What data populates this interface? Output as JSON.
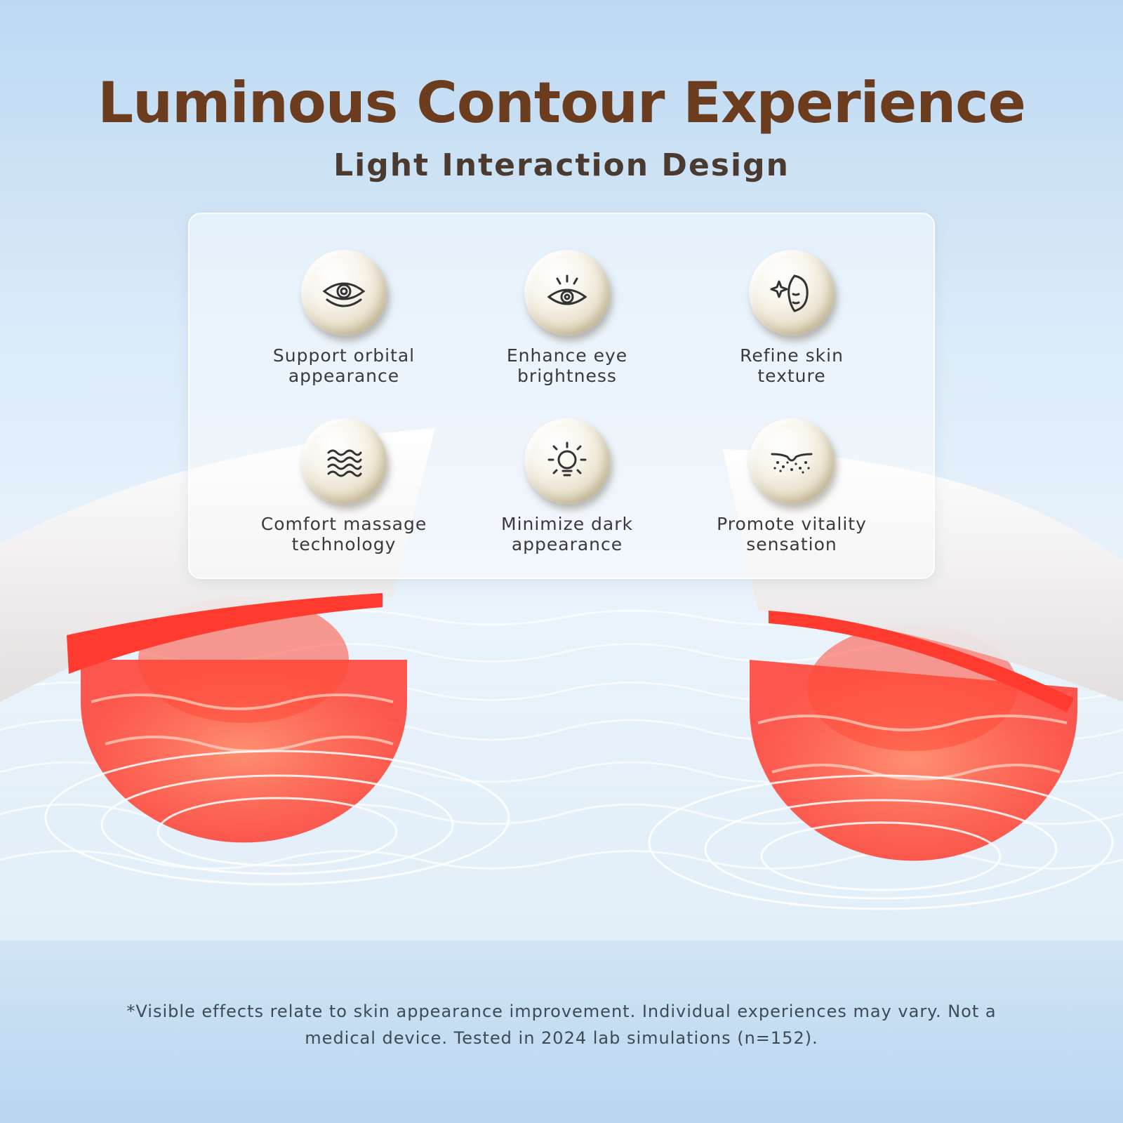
{
  "header": {
    "title": "Luminous Contour Experience",
    "subtitle": "Light Interaction Design"
  },
  "features": [
    {
      "label_line1": "Support orbital",
      "label_line2": "appearance",
      "icon": "eye-icon"
    },
    {
      "label_line1": "Enhance eye",
      "label_line2": "brightness",
      "icon": "bright-eye-icon"
    },
    {
      "label_line1": "Refine skin",
      "label_line2": "texture",
      "icon": "face-sparkle-icon"
    },
    {
      "label_line1": "Comfort massage",
      "label_line2": "technology",
      "icon": "waves-icon"
    },
    {
      "label_line1": "Minimize dark",
      "label_line2": "appearance",
      "icon": "light-bulb-icon"
    },
    {
      "label_line1": "Promote vitality",
      "label_line2": "sensation",
      "icon": "skin-layer-icon"
    }
  ],
  "footer": {
    "disclaimer_line1": "*Visible effects relate to skin appearance improvement. Individual experiences may vary. Not a",
    "disclaimer_line2": "medical device. Tested in 2024 lab simulations (n=152)."
  },
  "colors": {
    "title": "#6b3d1e",
    "subtitle": "#4a3a30",
    "label": "#3a3a3a",
    "accent_red": "#ff3b2f",
    "device_white": "#f4f2f2",
    "sky": "#c9e0f4"
  }
}
